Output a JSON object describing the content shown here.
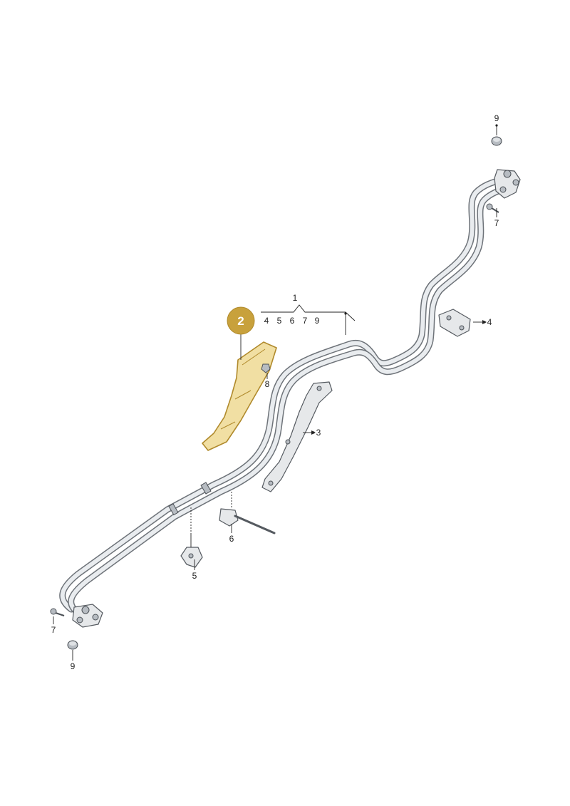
{
  "colors": {
    "highlight": "#c8a13c",
    "highlight_part": "#f1dfa3",
    "highlight_stroke": "#b08a2c",
    "pipe": "#6e7379"
  },
  "callouts": {
    "highlighted": "2",
    "group_parent": "1",
    "group_children": [
      "4",
      "5",
      "6",
      "7",
      "9"
    ],
    "c3": "3",
    "c4": "4",
    "c5": "5",
    "c6": "6",
    "c7_top": "7",
    "c7_bottom": "7",
    "c8": "8",
    "c9_top": "9",
    "c9_bottom": "9"
  },
  "icons": {
    "leader_arrow": "dot-arrow-icon"
  }
}
